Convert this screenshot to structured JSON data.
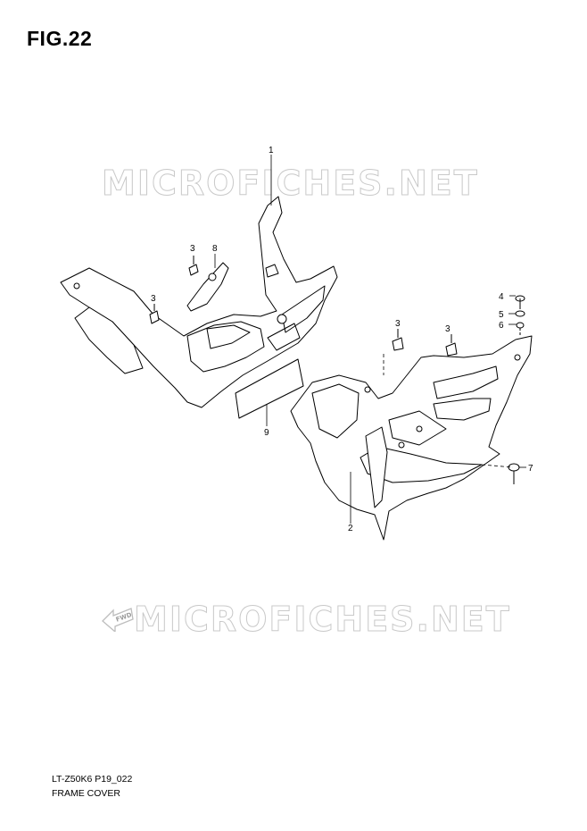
{
  "figure": {
    "title": "FIG.22"
  },
  "watermark": {
    "text": "MICROFICHES.NET",
    "arrow_label": "FWD"
  },
  "callouts": [
    "1",
    "2",
    "3",
    "3",
    "3",
    "3",
    "4",
    "5",
    "6",
    "7",
    "8",
    "9"
  ],
  "footer": {
    "code": "LT-Z50K6 P19_022",
    "name": "FRAME COVER"
  },
  "colors": {
    "line": "#000000",
    "watermark_outline": "#c9c9c9"
  }
}
